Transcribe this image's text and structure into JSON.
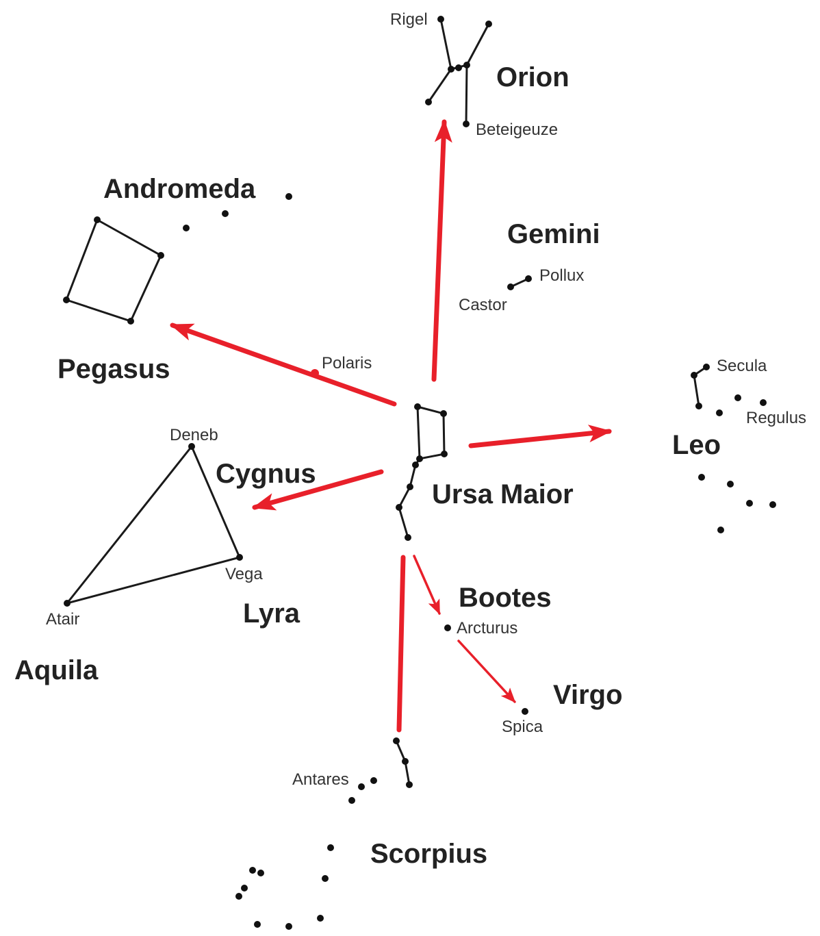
{
  "colors": {
    "background": "#ffffff",
    "star": "#111111",
    "constellation_line": "#1a1a1a",
    "pointer_arrow": "#e8202a",
    "label": "#222222"
  },
  "constellations": {
    "orion": "Orion",
    "gemini": "Gemini",
    "andromeda": "Andromeda",
    "pegasus": "Pegasus",
    "cygnus": "Cygnus",
    "ursa_maior": "Ursa Maior",
    "leo": "Leo",
    "lyra": "Lyra",
    "aquila": "Aquila",
    "bootes": "Bootes",
    "virgo": "Virgo",
    "scorpius": "Scorpius"
  },
  "stars": {
    "rigel": "Rigel",
    "beteigeuze": "Beteigeuze",
    "pollux": "Pollux",
    "castor": "Castor",
    "polaris": "Polaris",
    "secula": "Secula",
    "regulus": "Regulus",
    "deneb": "Deneb",
    "vega": "Vega",
    "atair": "Atair",
    "arcturus": "Arcturus",
    "spica": "Spica",
    "antares": "Antares"
  }
}
